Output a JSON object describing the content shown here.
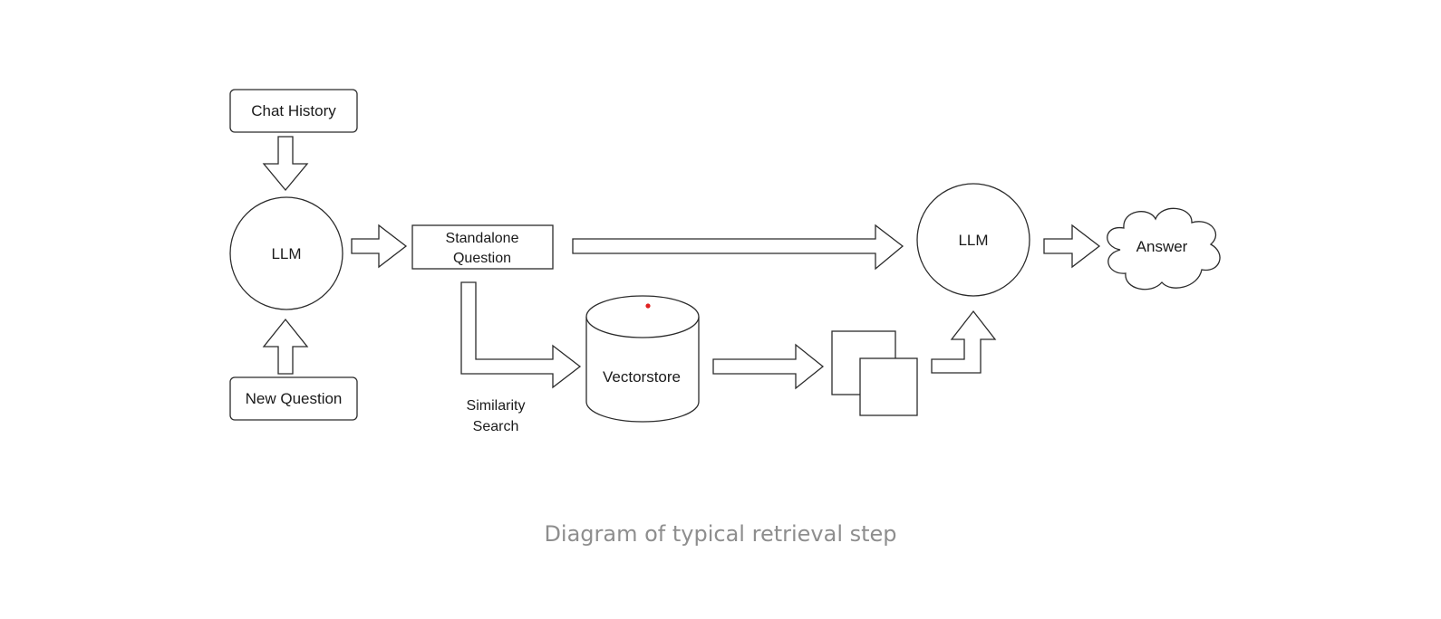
{
  "diagram": {
    "nodes": {
      "chat_history": "Chat History",
      "new_question": "New Question",
      "llm_left": "LLM",
      "standalone_line1": "Standalone",
      "standalone_line2": "Question",
      "vectorstore": "Vectorstore",
      "llm_right": "LLM",
      "answer": "Answer"
    },
    "labels": {
      "similarity_line1": "Similarity",
      "similarity_line2": "Search"
    }
  },
  "caption": "Diagram of typical retrieval step",
  "colors": {
    "stroke": "#2b2b2b",
    "caption": "#8e8e8e",
    "marker": "#e02020"
  }
}
